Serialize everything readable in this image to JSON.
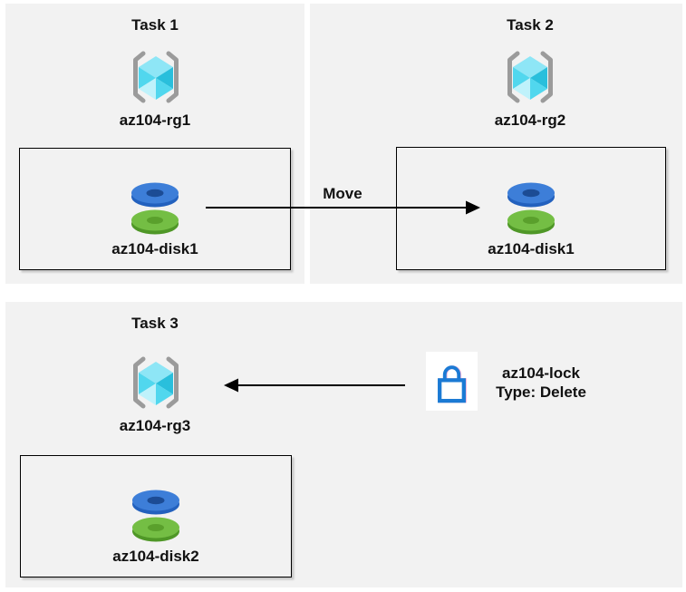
{
  "theme": {
    "page_bg": "#ffffff",
    "panel_bg": "#f2f2f2",
    "text": "#111111",
    "arrow": "#000000",
    "box_border": "#000000",
    "lock_blue": "#1b7ad4",
    "bracket_gray": "#9b9b9b",
    "cube_top": "#8ee6f6",
    "cube_mid": "#51d7ee",
    "cube_light": "#bff2fb",
    "cube_dark": "#29bfdc",
    "disk_blue_top": "#3d7ed8",
    "disk_blue_side": "#2361be",
    "disk_blue_hole": "#1c4c95",
    "disk_green_top": "#74be44",
    "disk_green_side": "#4f9727",
    "disk_green_hole": "#5aa02c"
  },
  "panels": {
    "task1": {
      "title": "Task 1",
      "resource_group": "az104-rg1",
      "disk": "az104-disk1"
    },
    "task2": {
      "title": "Task 2",
      "resource_group": "az104-rg2",
      "disk": "az104-disk1"
    },
    "task3": {
      "title": "Task 3",
      "resource_group": "az104-rg3",
      "disk": "az104-disk2"
    }
  },
  "annotations": {
    "move_label": "Move",
    "lock_name": "az104-lock",
    "lock_type": "Type: Delete"
  }
}
